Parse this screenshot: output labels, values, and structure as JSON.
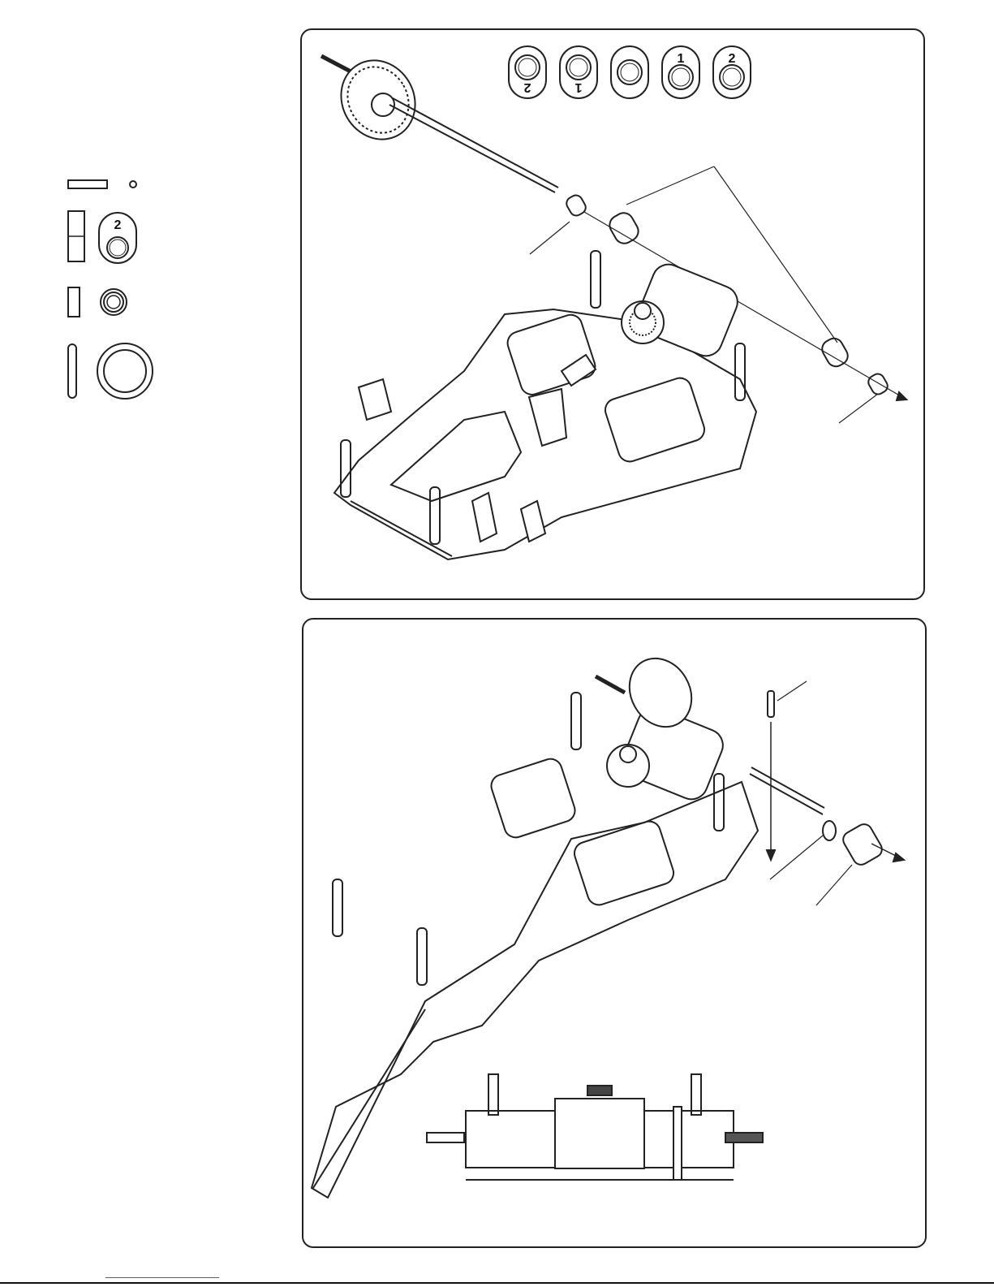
{
  "legend": {
    "items": [
      {
        "name": "pin",
        "icon": "pin-icon"
      },
      {
        "name": "spacer-2",
        "label": "2",
        "icon": "spacer-icon"
      },
      {
        "name": "bearing",
        "icon": "bearing-icon"
      },
      {
        "name": "washer",
        "icon": "washer-icon"
      }
    ]
  },
  "step_top": {
    "spacer_options": [
      {
        "label": "2",
        "flipped": true
      },
      {
        "label": "1",
        "flipped": true
      },
      {
        "label": "",
        "flipped": false
      },
      {
        "label": "1",
        "flipped": false
      },
      {
        "label": "2",
        "flipped": false
      }
    ]
  },
  "step_bottom": {},
  "colors": {
    "line": "#222222",
    "page": "#ffffff",
    "link": "#3a5bd8"
  }
}
